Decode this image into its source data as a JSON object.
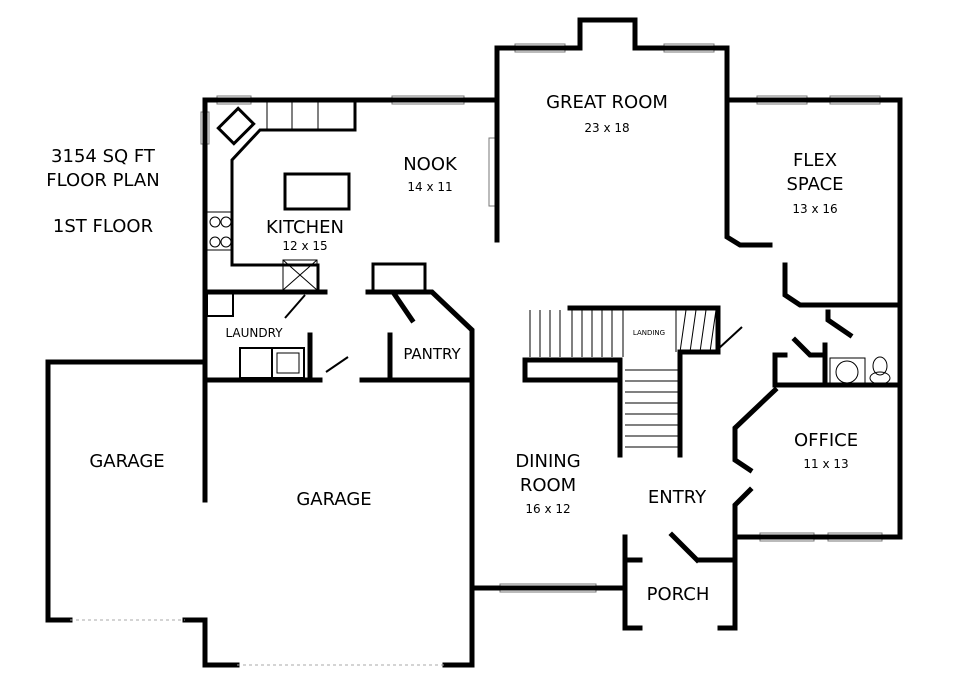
{
  "info": {
    "line1": "3154 SQ FT",
    "line2": "FLOOR PLAN",
    "line3": "1ST FLOOR"
  },
  "rooms": {
    "great_room": {
      "name": "GREAT ROOM",
      "dim": "23 x 18"
    },
    "nook": {
      "name": "NOOK",
      "dim": "14 x 11"
    },
    "kitchen": {
      "name": "KITCHEN",
      "dim": "12 x 15"
    },
    "flex": {
      "name1": "FLEX",
      "name2": "SPACE",
      "dim": "13 x 16"
    },
    "laundry": {
      "name": "LAUNDRY"
    },
    "pantry": {
      "name": "PANTRY"
    },
    "landing": {
      "name": "LANDING"
    },
    "garage_left": {
      "name": "GARAGE"
    },
    "garage_main": {
      "name": "GARAGE"
    },
    "dining": {
      "name1": "DINING",
      "name2": "ROOM",
      "dim": "16 x 12"
    },
    "entry": {
      "name": "ENTRY"
    },
    "office": {
      "name": "OFFICE",
      "dim": "11 x 13"
    },
    "porch": {
      "name": "PORCH"
    }
  }
}
